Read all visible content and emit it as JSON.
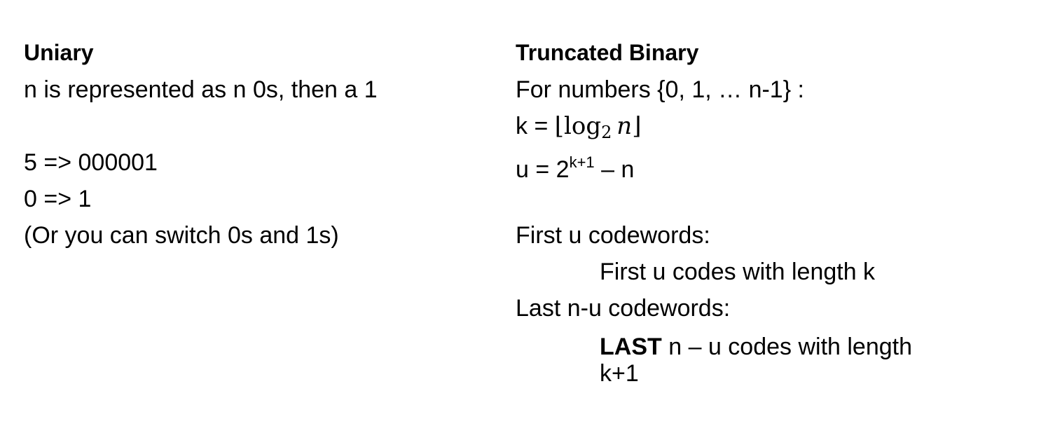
{
  "left": {
    "title": "Uniary",
    "description": "n is represented as n 0s, then a 1",
    "example_1": "5 => 000001",
    "example_2": "0 => 1",
    "note": "(Or you can switch 0s and 1s)"
  },
  "right": {
    "title": "Truncated Binary",
    "domain": "For numbers {0, 1, … n-1} :",
    "k_prefix": "k = ",
    "k_floor_open": "⌊",
    "k_log": "log",
    "k_log_base": "2",
    "k_var": "n",
    "k_floor_close": "⌋",
    "u_prefix": "u = 2",
    "u_exponent": "k+1",
    "u_suffix": " – n",
    "first_label": "First u codewords:",
    "first_rule": "First u codes with length k",
    "last_label": "Last n-u codewords:",
    "last_rule_bold": "LAST",
    "last_rule_rest": " n – u codes with length",
    "last_rule_tail": "k+1"
  }
}
